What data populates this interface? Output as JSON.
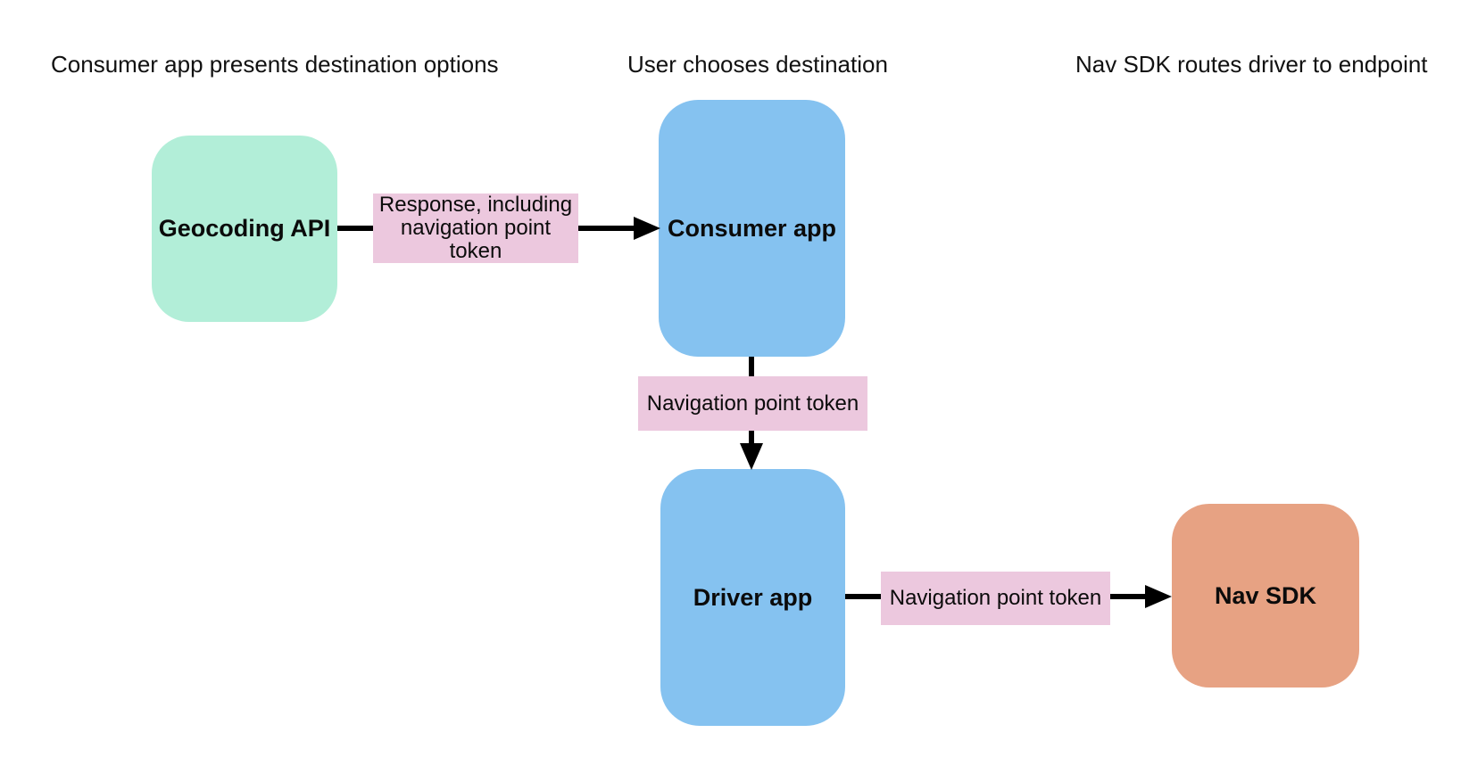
{
  "diagram": {
    "lane_titles": [
      "Consumer app presents destination options",
      "User chooses destination",
      "Nav SDK routes driver to endpoint"
    ],
    "nodes": {
      "geocoding_api": {
        "label": "Geocoding API"
      },
      "consumer_app": {
        "label": "Consumer app"
      },
      "driver_app": {
        "label": "Driver app"
      },
      "nav_sdk": {
        "label": "Nav SDK"
      }
    },
    "edges": {
      "geocoding_to_consumer": {
        "label": "Response, including navigation point token"
      },
      "consumer_to_driver": {
        "label": "Navigation point token"
      },
      "driver_to_navsdk": {
        "label": "Navigation point token"
      }
    }
  },
  "colors": {
    "canvas": "#ffffff",
    "text": "#111111",
    "node-mint": "#b2eed8",
    "node-blue": "#85c2f0",
    "node-salmon": "#e7a283",
    "edge-label": "#ecc8de",
    "arrow": "#000000"
  }
}
